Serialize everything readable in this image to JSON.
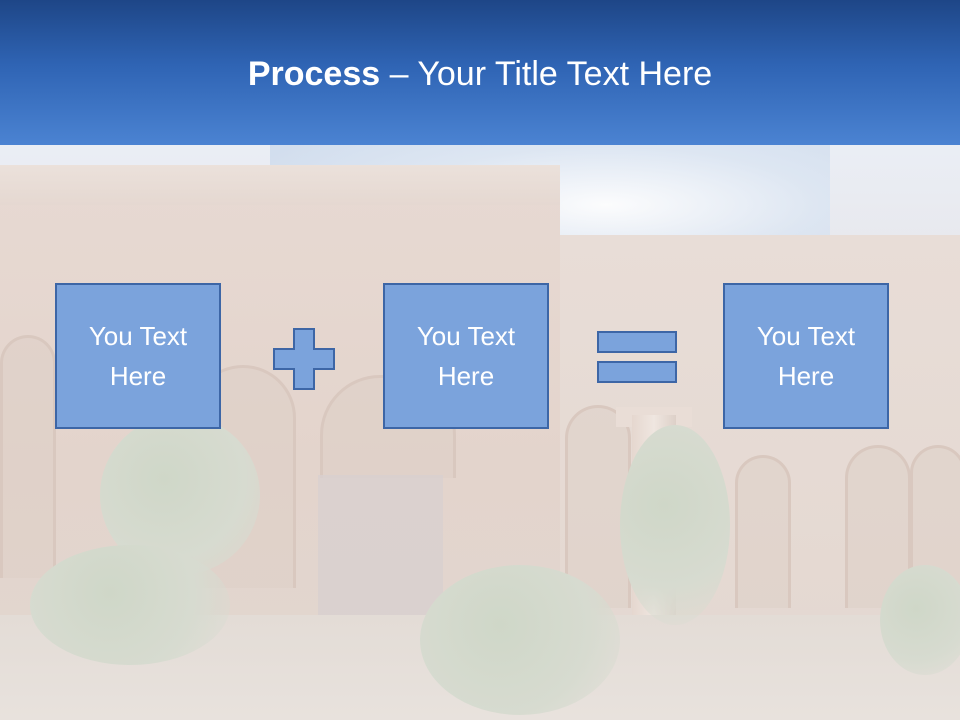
{
  "slide": {
    "title_bold": "Process",
    "title_rest": " – Your Title Text Here",
    "boxes": [
      {
        "line1": "You Text",
        "line2": "Here"
      },
      {
        "line1": "You Text",
        "line2": "Here"
      },
      {
        "line1": "You Text",
        "line2": "Here"
      }
    ],
    "operators": [
      "plus-icon",
      "equals-icon"
    ]
  },
  "colors": {
    "header_top": "#1e4687",
    "header_bottom": "#4b83d2",
    "box_fill": "#7ba3dc",
    "box_border": "#3d66a6",
    "text": "#ffffff"
  }
}
